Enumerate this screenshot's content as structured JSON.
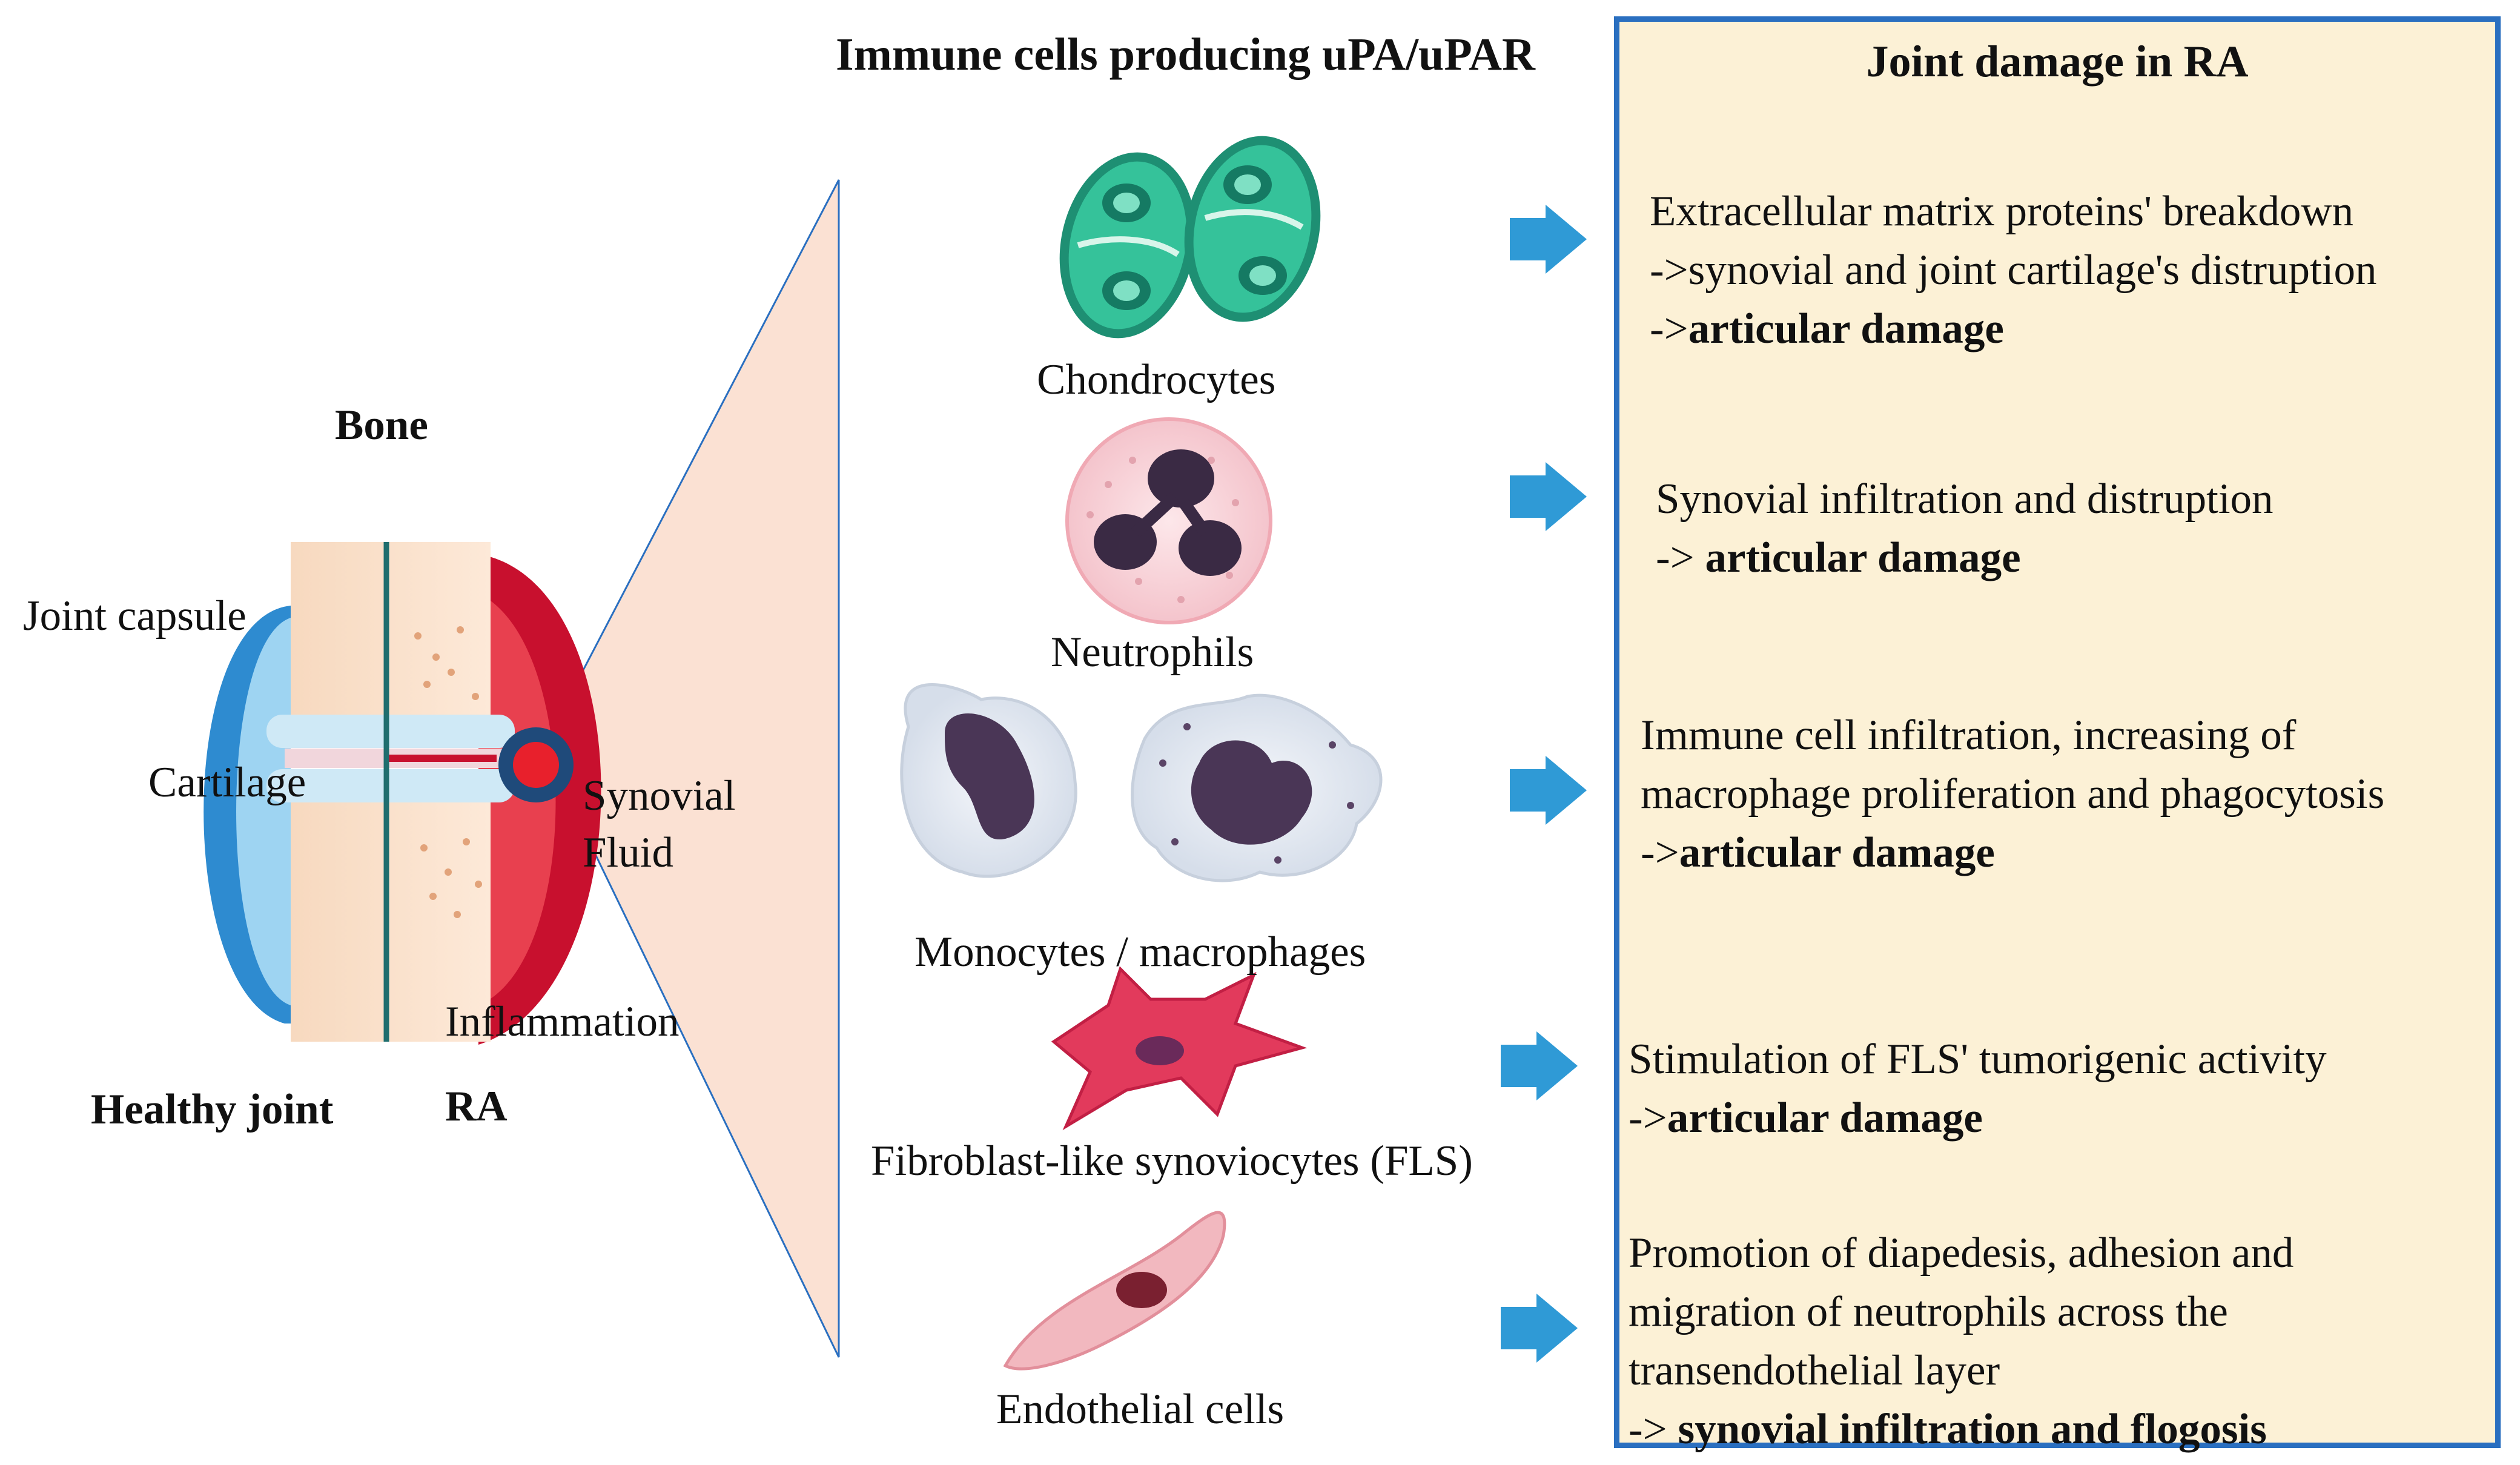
{
  "title": "Immune  cells producing uPA/uPAR",
  "joint_labels": {
    "bone": "Bone",
    "joint_capsule": "Joint capsule",
    "cartilage": "Cartilage",
    "synovial": "Synovial",
    "fluid": "Fluid",
    "inflammation": "Inflammation",
    "healthy_joint": "Healthy joint",
    "ra": "RA"
  },
  "cells": [
    {
      "label": "Chondrocytes"
    },
    {
      "label": "Neutrophils"
    },
    {
      "label": "Monocytes / macrophages"
    },
    {
      "label": "Fibroblast-like synoviocytes (FLS)"
    },
    {
      "label": "Endothelial cells"
    }
  ],
  "panel": {
    "title": "Joint damage in RA",
    "entries": [
      {
        "lines": [
          "Extracellular matrix proteins' breakdown",
          " ->synovial and joint cartilage's distruption"
        ],
        "arrow": "->",
        "result": "articular damage"
      },
      {
        "lines": [
          "Synovial infiltration and distruption"
        ],
        "arrow": "-> ",
        "result": "articular damage"
      },
      {
        "lines": [
          "Immune cell infiltration, increasing of",
          "macrophage proliferation and phagocytosis"
        ],
        "arrow": "->",
        "result": "articular damage"
      },
      {
        "lines": [
          "Stimulation of  FLS' tumorigenic activity"
        ],
        "arrow": "->",
        "result": "articular damage"
      },
      {
        "lines": [
          "Promotion of diapedesis, adhesion and",
          "migration of neutrophils across the",
          "transendothelial layer"
        ],
        "arrow": " -> ",
        "result": "synovial infiltration and flogosis"
      }
    ]
  },
  "colors": {
    "arrow": "#2f9ad6",
    "panel_border": "#2a6fc0",
    "panel_fill": "#fcf1d6",
    "zoom_fill": "#fbe1d3",
    "inflammation": "#c8102e",
    "chondrocyte": "#2fb58c",
    "nucleus": "#3a2a44",
    "fls": "#e23a5c",
    "endothelial": "#f2b8bf"
  }
}
